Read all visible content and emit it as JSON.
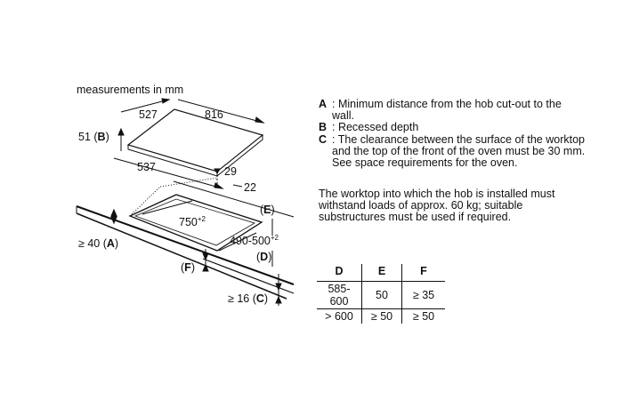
{
  "diagram": {
    "caption": "measurements in mm",
    "dims": {
      "hob_depth": "527",
      "hob_width": "816",
      "dim_B": "51 (",
      "B": "B",
      "close_paren": ")",
      "cutout_depth": "537",
      "edge_29": "29",
      "edge_22": "22",
      "cutout_width": "750",
      "cutout_width_tol": "+2",
      "cutout_depth_range": "490-500",
      "cutout_depth_tol": "+2",
      "label_E_open": "(",
      "E": "E",
      "label_D_open": "(",
      "D": "D",
      "label_F_open": "(",
      "F": "F",
      "dim_A": "≥ 40 (",
      "A": "A",
      "dim_C": "≥ 16 (",
      "C": "C"
    }
  },
  "legend": [
    {
      "key": "A",
      "sep": ": ",
      "text": "Minimum distance from the hob cut-out to the wall."
    },
    {
      "key": "B",
      "sep": ": ",
      "text": "Recessed depth"
    },
    {
      "key": "C",
      "sep": ": ",
      "text": "The clearance between the surface of the worktop and the top of the front of the oven must be 30 mm. See space requirements for the oven."
    }
  ],
  "note": "The worktop into which the hob is installed must withstand loads of approx. 60 kg; suitable substructures must be used if required.",
  "table": {
    "headers": [
      "D",
      "E",
      "F"
    ],
    "rows": [
      [
        "585-600",
        "50",
        "≥ 35"
      ],
      [
        "> 600",
        "≥ 50",
        "≥ 50"
      ]
    ]
  }
}
